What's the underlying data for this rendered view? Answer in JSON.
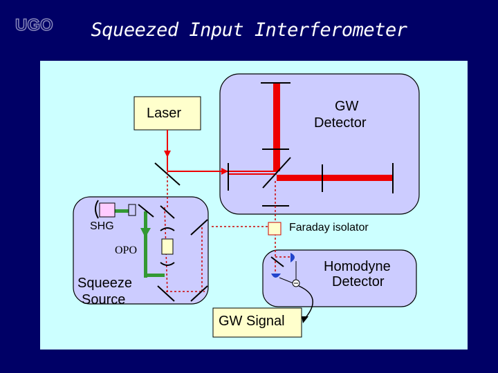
{
  "title": "Squeezed Input Interferometer",
  "logo_text": "UGO",
  "labels": {
    "laser": "Laser",
    "gw_detector_1": "GW",
    "gw_detector_2": "Detector",
    "shg": "SHG",
    "opo": "OPO",
    "faraday": "Faraday isolator",
    "homodyne_1": "Homodyne",
    "homodyne_2": "Detector",
    "squeeze_1": "Squeeze",
    "squeeze_2": "Source",
    "gw_signal": "GW Signal"
  },
  "colors": {
    "background": "#000066",
    "panel": "#ccffff",
    "main_beam": "#ee0000",
    "squeezed_beam": "#cc0000",
    "green_beam": "#339933",
    "detector_blue": "#2244cc",
    "shg_crystal": "#ffccff",
    "box_fill": "#ffffcc"
  }
}
